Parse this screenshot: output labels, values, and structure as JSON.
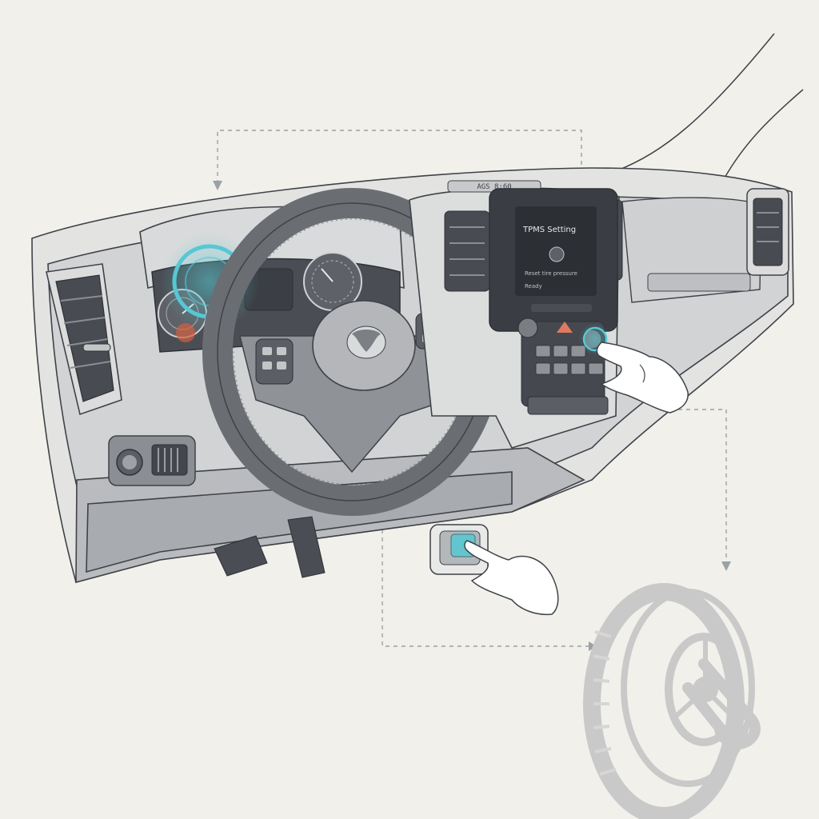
{
  "dash_label": "AGS 8:60",
  "screen": {
    "title": "TPMS Setting",
    "body": "Reset tire pressure",
    "status": "Ready"
  },
  "colors": {
    "background": "#f1f0ea",
    "line": "#3f4348",
    "dash_dark": "#6d7176",
    "dash_mid": "#9a9da1",
    "dash_light": "#d7d8d9",
    "highlight": "#56c8d3",
    "tire": "#c9c9c9"
  },
  "icons": [
    "ram-logo-icon",
    "pointing-hand-icon",
    "tire-wrench-icon",
    "highlight-ring-icon"
  ]
}
